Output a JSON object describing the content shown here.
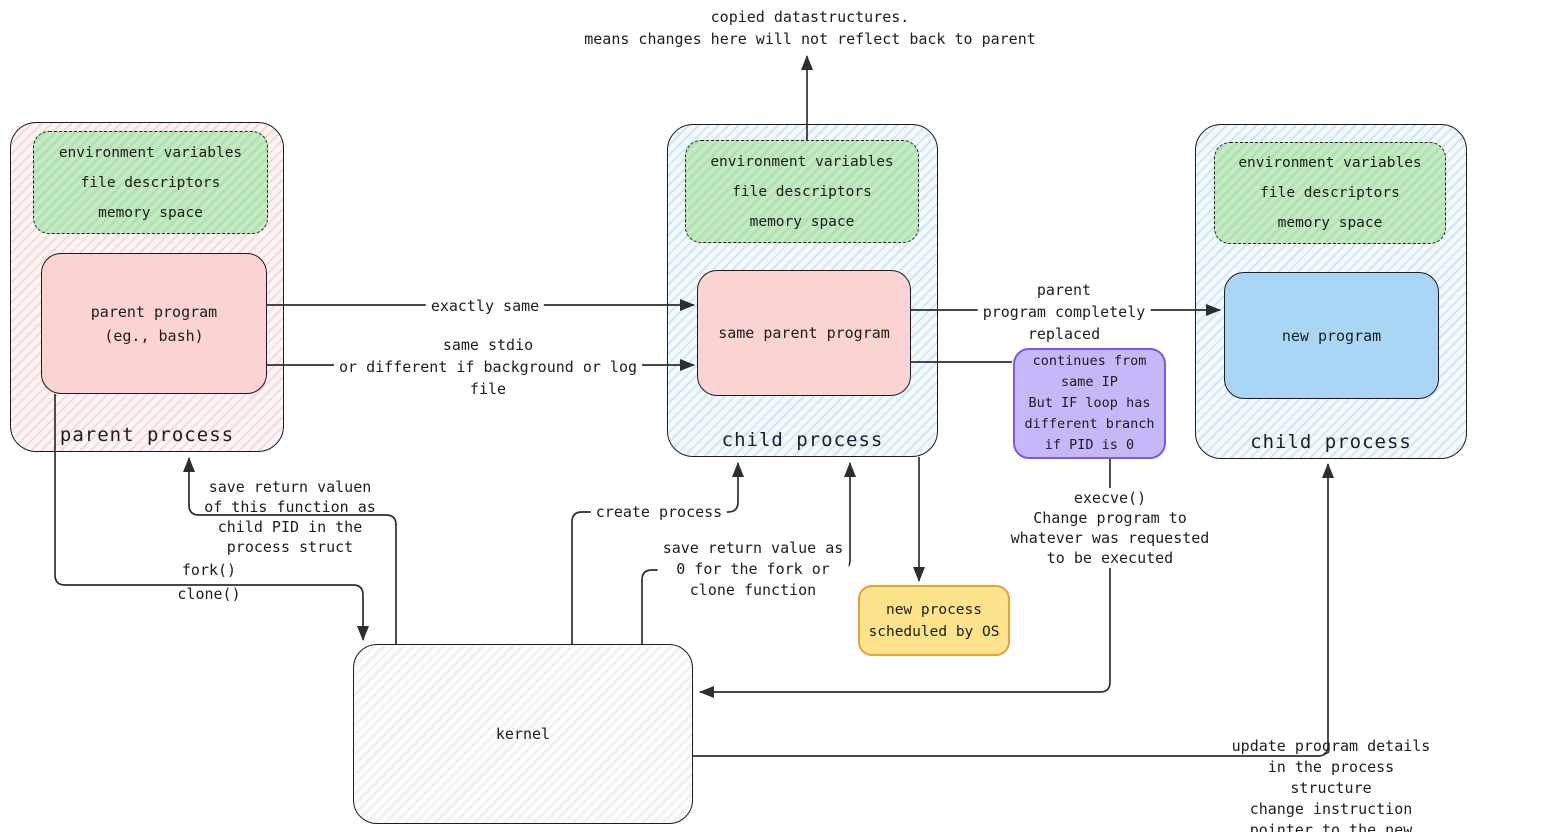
{
  "colors": {
    "ink": "#1d1d1d",
    "wire": "#2e2e2e",
    "parent-fill": "#fdf4f4",
    "parent-stripe": "#f6dada",
    "child-fill": "#f3f9fd",
    "child-stripe": "#d2e6f5",
    "green-fill": "#c3eac3",
    "green-stripe": "#b0e1b0",
    "pink-fill": "#fbd3d3",
    "blue-fill": "#a9d6f5",
    "yellow-fill": "#fce38c",
    "yellow-border": "#e7a03a",
    "purple-fill": "#c7b6f8",
    "purple-border": "#7e59dc",
    "kernel-fill": "#fcfcfc",
    "kernel-stripe": "#efefef"
  },
  "nodes": {
    "parent_process": {
      "label": "parent process",
      "shared_resources": "environment variables\nfile descriptors\nmemory space",
      "program": "parent program\n(eg., bash)"
    },
    "fork_child_process": {
      "label": "child process",
      "shared_resources": "environment variables\nfile descriptors\nmemory space",
      "program": "same parent program"
    },
    "exec_child_process": {
      "label": "child process",
      "shared_resources": "environment variables\nfile descriptors\nmemory space",
      "program": "new program"
    },
    "kernel": {
      "label": "kernel"
    },
    "scheduled": {
      "label": "new process\nscheduled by OS"
    },
    "continues": {
      "label": "continues from\nsame IP\nBut IF loop has\ndifferent branch\nif PID is 0"
    }
  },
  "annotations": {
    "copied_note": "copied datastructures.\nmeans changes here will not reflect back to parent",
    "exactly_same": "exactly same",
    "same_stdio": "same stdio\nor different if background or log\nfile",
    "program_replaced": "parent\nprogram completely\nreplaced",
    "execve": "execve()\nChange program to\nwhatever was requested\nto be executed",
    "save_return_parent": "save return valuen\nof this function as\nchild PID in the\nprocess struct",
    "fork_clone": "fork()\nclone()",
    "create_process": "create process",
    "save_return_child": "save return value as\n0 for the fork or\nclone function",
    "update_details": "update program details in the process structure\nchange instruction pointer to the new program"
  }
}
